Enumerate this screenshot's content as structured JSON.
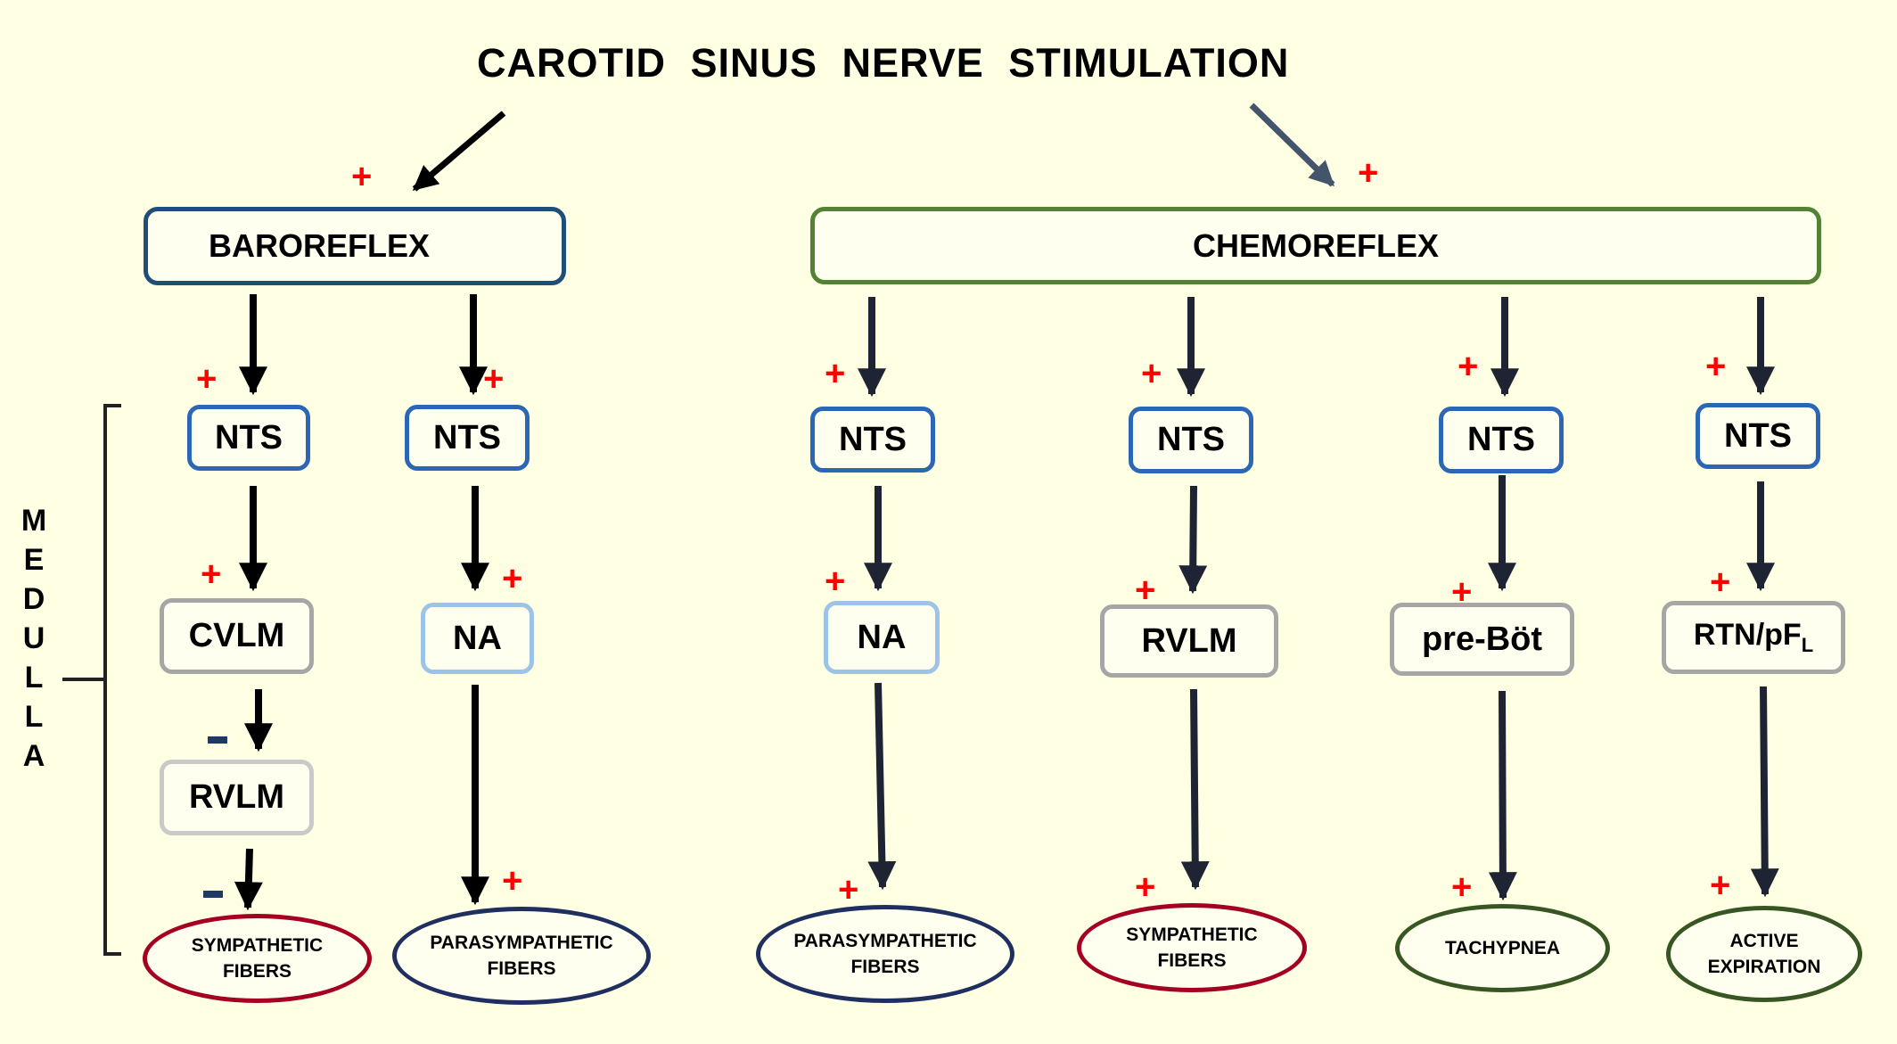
{
  "title": "CAROTID  SINUS  NERVE  STIMULATION",
  "side_label": "M\nE\nD\nU\nL\nL\nA",
  "baroreflex": {
    "header": "BAROREFLEX",
    "sympathetic_path": {
      "nts": "NTS",
      "middle": "CVLM",
      "lower": "RVLM",
      "output": [
        "SYMPATHETIC",
        "FIBERS"
      ]
    },
    "parasympathetic_path": {
      "nts": "NTS",
      "middle": "NA",
      "output": [
        "PARASYMPATHETIC",
        "FIBERS"
      ]
    }
  },
  "chemoreflex": {
    "header": "CHEMOREFLEX",
    "paths": [
      {
        "nts": "NTS",
        "middle": "NA",
        "output": [
          "PARASYMPATHETIC",
          "FIBERS"
        ]
      },
      {
        "nts": "NTS",
        "middle": "RVLM",
        "output": [
          "SYMPATHETIC",
          "FIBERS"
        ]
      },
      {
        "nts": "NTS",
        "middle": "pre-Böt",
        "output": [
          "TACHYPNEA"
        ]
      },
      {
        "nts": "NTS",
        "middle": "RTN/pF",
        "middle_subscript": "L",
        "output": [
          "ACTIVE",
          "EXPIRATION"
        ]
      }
    ]
  },
  "signs": {
    "excite": "+"
  },
  "colors": {
    "background": "#ffffe4",
    "nts_border": "#2b67b4",
    "na_border": "#9dc3e6",
    "gray_border": "#a6a6a6",
    "baroreflex_border": "#1f4e79",
    "chemoreflex_border": "#548235",
    "sympathetic_border": "#a50021",
    "parasympathetic_border": "#1f3060",
    "respiratory_border": "#375623",
    "plus": "#ff0000",
    "minus": "#1f3864"
  }
}
